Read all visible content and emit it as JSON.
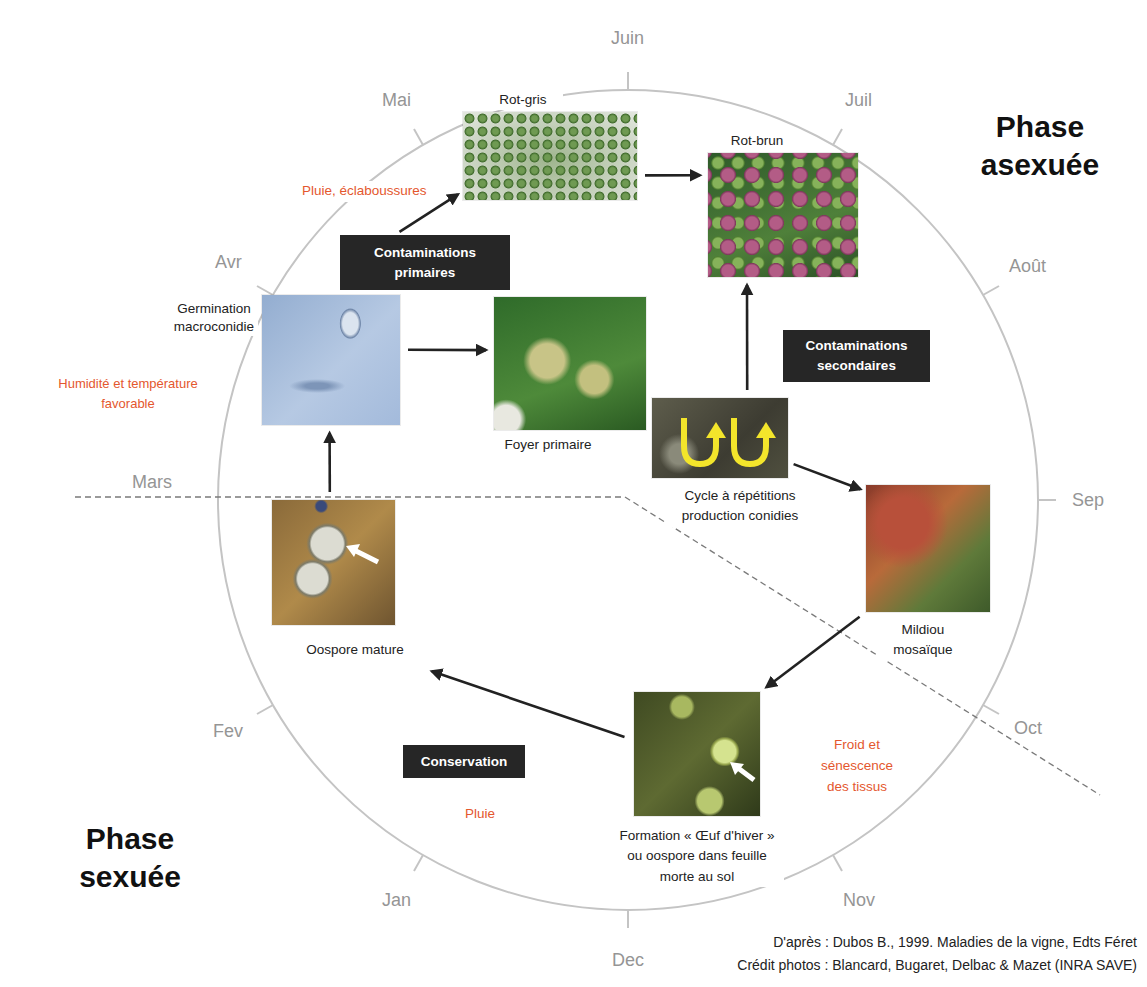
{
  "diagram": {
    "nodes": [
      {
        "text": [
          "Rot-gris"
        ]
      },
      {
        "text": [
          "Rot-brun"
        ]
      },
      {
        "text": [
          "Contaminations primaires"
        ]
      },
      {
        "text": [
          "Germination macroconidie"
        ]
      },
      {
        "text": [
          "Foyer primaire"
        ]
      },
      {
        "text": [
          "Contaminations secondaires"
        ]
      },
      {
        "text": [
          "Cycle à répétitions production conidies"
        ]
      },
      {
        "text": [
          "Oospore mature"
        ]
      },
      {
        "text": [
          "Mildiou mosaïque"
        ]
      },
      {
        "text": [
          "Formation « Œuf d'hiver » ou oospore dans feuille morte au sol"
        ]
      },
      {
        "text": [
          "Conservation"
        ]
      }
    ],
    "edges": [
      {
        "from": 7,
        "to": 3,
        "arrow": "to"
      },
      {
        "from": 3,
        "to": 4,
        "arrow": "to"
      },
      {
        "from": 2,
        "to": 0,
        "arrow": "to"
      },
      {
        "from": 0,
        "to": 1,
        "arrow": "to"
      },
      {
        "from": 6,
        "to": 1,
        "arrow": "to"
      },
      {
        "from": 6,
        "to": 8,
        "arrow": "to"
      },
      {
        "from": 8,
        "to": 9,
        "arrow": "to"
      },
      {
        "from": 9,
        "to": 7,
        "arrow": "to"
      }
    ],
    "labels": [
      "Juin",
      "Mai",
      "Juil",
      "Phase asexuée",
      "Pluie, éclaboussures",
      "Avr",
      "Août",
      "Humidité et température favorable",
      "Mars",
      "Sep",
      "Fev",
      "Oct",
      "Froid et sénescence des tissus",
      "Pluie",
      "Jan",
      "Phase sexuée",
      "Nov",
      "Dec",
      "D'après : Dubos B., 1999. Maladies de la vigne, Edts Féret",
      "Crédit photos : Blancard, Bugaret, Delbac & Mazet (INRA SAVE)"
    ]
  }
}
